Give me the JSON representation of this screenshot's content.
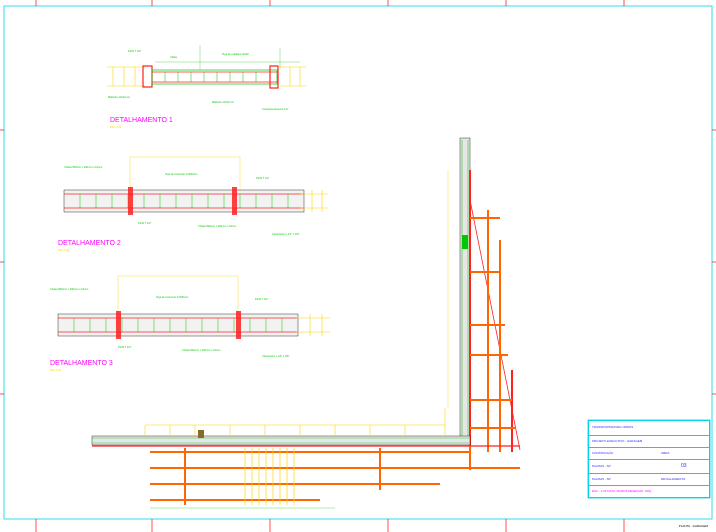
{
  "detail1": {
    "title": "DETALHAMENTO 1",
    "scale": "ESC 1:25"
  },
  "detail2": {
    "title": "DETALHAMENTO 2",
    "scale": "ESC 1:25"
  },
  "detail3": {
    "title": "DETALHAMENTO 3",
    "scale": "ESC 1:25"
  },
  "notes": {
    "d1_a": "Perfil T 1/2\"",
    "d1_b": "Calha",
    "d1_c": "Viga de madeira 10x20",
    "d1_d": "Malheiro 10x10 cm",
    "d1_e": "Malheiro 10x10 cm",
    "d1_f": "Contraventamento 1/2\"",
    "d2_a": "Chapa 500mm x 200mm x 10mm",
    "d2_b": "Viga de Concreto h=600mm",
    "d2_c": "Perfil T 1/2\"",
    "d2_d": "Perfil T 1/2\"",
    "d2_e": "Chapa 500mm x 200mm x 10mm",
    "d2_f": "Cantoneira 1 1/2\" x 1/8\"",
    "d3_a": "Chapa 500mm x 200mm x 10mm",
    "d3_b": "Viga de Concreto h=600mm",
    "d3_c": "Perfil T 1/2\"",
    "d3_d": "Perfil T 1/2\"",
    "d3_e": "Chapa 500mm x 200mm x 10mm",
    "d3_f": "Cantoneira 1 1/2\" x 1/8\""
  },
  "title_block": {
    "company": "TRANSPORTADORA UNIDOS",
    "project": "PROJETO EXECUTIVO - GARAGEM",
    "stage_label": "CONSTRUÇÃO",
    "stage_value": "OBRA",
    "city1": "PALMAS - SP",
    "sheet_no": "03",
    "city2": "PALMAS - SP",
    "drawing": "DETALHAMENTO",
    "footer": "ESC.: 1:25   DATA: 06/2015   DESENHO: ARQ."
  },
  "stamp": "PLANTA · GARAGEM"
}
